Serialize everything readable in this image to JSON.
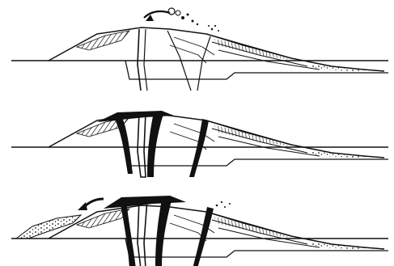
{
  "figure": {
    "panels": [
      {
        "name": "panel-top",
        "stage": 1
      },
      {
        "name": "panel-middle",
        "stage": 2
      },
      {
        "name": "panel-bottom",
        "stage": 3
      }
    ],
    "colors": {
      "ink": "#111111",
      "paper": "#ffffff"
    },
    "icons": {
      "eruption_plume": "eruption-plume-icon",
      "flow_arrow": "flow-direction-arrow-icon"
    }
  }
}
